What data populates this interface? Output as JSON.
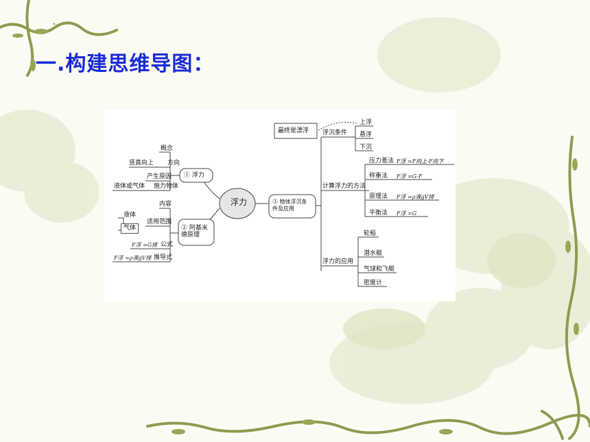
{
  "title": "一.构建思维导图：",
  "mindmap": {
    "center": "浮力",
    "n1": "① 浮力",
    "n2": "② 阿基米\n德原理",
    "n3": "③ 物体浮沉条\n件及应用",
    "left1": {
      "gainian": "概念",
      "fangxiang": "方向",
      "shuzhi": "竖直向上",
      "chansheng": "产生原因",
      "shili": "施力物体",
      "yeti_qiti": "液体或气体"
    },
    "left2": {
      "neirong": "内容",
      "fanwei": "适用范围",
      "yeti": "液体",
      "qiti": "气体",
      "gongshi": "公式",
      "gongshi_f": "F浮 =G排",
      "tuidao": "推导式",
      "tuidao_f": "F浮 =ρ液gV排"
    },
    "right": {
      "fuchen": "浮沉条件",
      "zuizhong": "最终是漂浮",
      "shangfu": "上浮",
      "xuanfu": "悬浮",
      "xiachen": "下沉",
      "jisuan": "计算浮力的方法",
      "yalicha": "压力差法",
      "yalicha_f": "F浮 =F向上-F向下",
      "chengzhong": "称重法",
      "chengzhong_f": "F浮 =G-F",
      "yuanli": "原理法",
      "yuanli_f": "F浮 =ρ液gV排",
      "pingheng": "平衡法",
      "pingheng_f": "F浮 =G",
      "yingyong": "浮力的应用",
      "lunchuan": "轮船",
      "qianshuiting": "潜水艇",
      "qiqiu": "气球和飞艇",
      "miduji": "密度计"
    }
  }
}
